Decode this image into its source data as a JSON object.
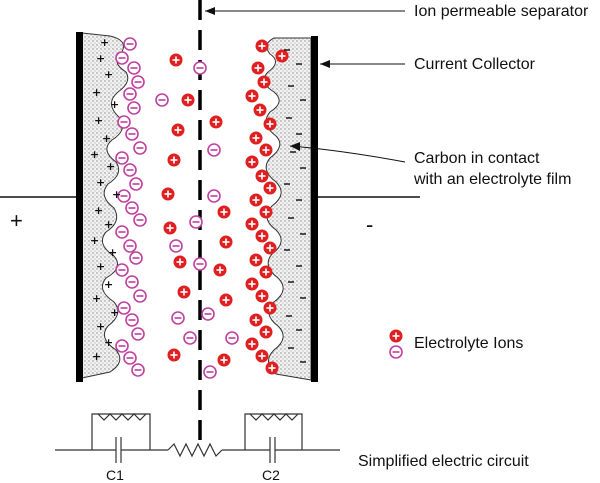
{
  "title": "Electric double-layer capacitor schematic",
  "labels": {
    "separator": "Ion permeable separator",
    "collector": "Current Collector",
    "carbon_line1": "Carbon in contact",
    "carbon_line2": "with an electrolyte film",
    "ions": "Electrolyte Ions",
    "circuit": "Simplified electric circuit",
    "positive_terminal": "+",
    "negative_terminal": "-",
    "c1": "C1",
    "c2": "C2"
  },
  "colors": {
    "cation": "#e02020",
    "anion": "#c040a0",
    "electrode": "#000000",
    "carbon_fill": "#e6e6e6"
  }
}
